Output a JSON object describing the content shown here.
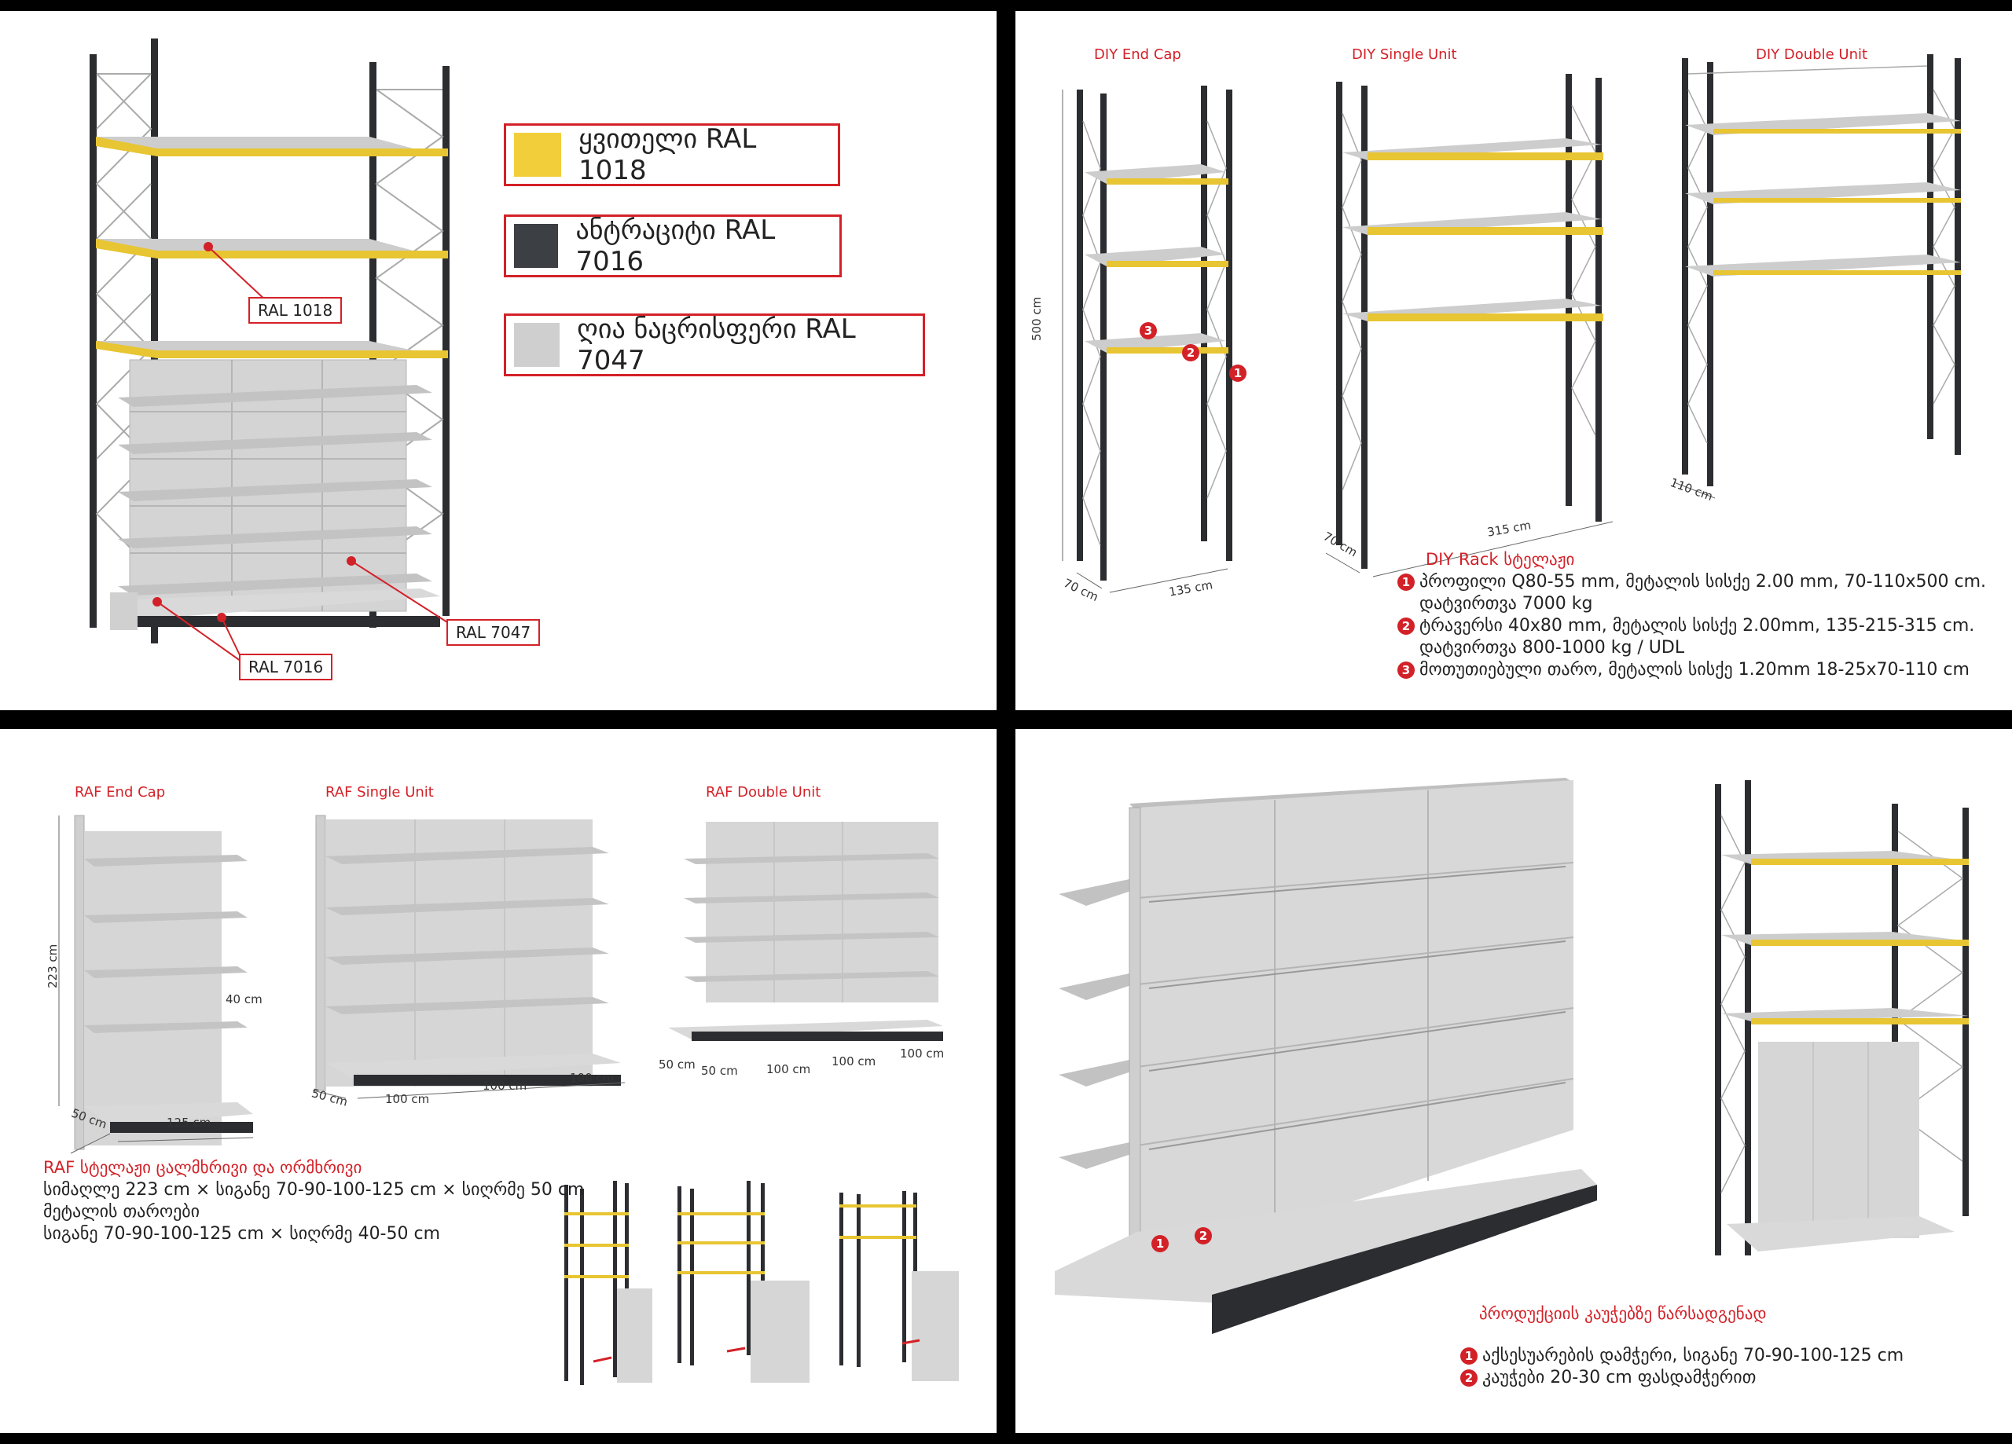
{
  "panel1": {
    "swatches": [
      {
        "label": "ყვითელი RAL 1018",
        "color": "#f2cf3a",
        "icon": "color-swatch-yellow"
      },
      {
        "label": "ანტრაციტი RAL 7016",
        "color": "#3c3f44",
        "icon": "color-swatch-anthracite"
      },
      {
        "label": "ღია ნაცრისფერი RAL 7047",
        "color": "#cfcfcf",
        "icon": "color-swatch-lightgrey"
      }
    ],
    "tags": {
      "tag_1018": "RAL 1018",
      "tag_7047": "RAL 7047",
      "tag_7016": "RAL 7016"
    }
  },
  "panel2": {
    "titles": {
      "end_cap": "DIY End Cap",
      "single": "DIY Single Unit",
      "double": "DIY Double Unit"
    },
    "dims": {
      "height": "500 cm",
      "depth_a": "70 cm",
      "width_a": "135 cm",
      "depth_b": "70 cm",
      "width_b": "315 cm",
      "depth_c": "110 cm"
    },
    "heading": "DIY Rack სტელაჟი",
    "specs": [
      {
        "n": "1",
        "lines": [
          "პროფილი Q80-55 mm, მეტალის სისქე 2.00 mm, 70-110x500 cm.",
          "დატვირთვა 7000 kg"
        ]
      },
      {
        "n": "2",
        "lines": [
          "ტრავერსი 40x80 mm, მეტალის სისქე 2.00mm, 135-215-315 cm.",
          "დატვირთვა 800-1000 kg / UDL"
        ]
      },
      {
        "n": "3",
        "lines": [
          "მოთუთიებული თარო, მეტალის სისქე 1.20mm 18-25x70-110 cm"
        ]
      }
    ],
    "markers": [
      "1",
      "2",
      "3"
    ]
  },
  "panel3": {
    "titles": {
      "end_cap": "RAF End Cap",
      "single": "RAF Single Unit",
      "double": "RAF Double Unit"
    },
    "dims": {
      "h": "223 cm",
      "shelf": "40 cm",
      "d1": "50 cm",
      "w1": "125 cm",
      "d2": "50 cm",
      "w2a": "100 cm",
      "w2b": "100 cm",
      "w2c": "100 cm",
      "d3a": "50 cm",
      "d3b": "50 cm",
      "w3a": "100 cm",
      "w3b": "100 cm",
      "w3c": "100 cm"
    },
    "heading": "RAF სტელაჟი ცალმხრივი და ორმხრივი",
    "lines": [
      "სიმაღლე 223 cm × სიგანე 70-90-100-125 cm × სიღრმე 50 cm",
      "მეტალის თაროები",
      "სიგანე 70-90-100-125 cm × სიღრმე 40-50 cm"
    ]
  },
  "panel4": {
    "heading": "პროდუქციის კაუჭებზე წარსადგენად",
    "specs": [
      {
        "n": "1",
        "text": "აქსესუარების დამჭერი, სიგანე 70-90-100-125 cm"
      },
      {
        "n": "2",
        "text": "კაუჭები 20-30 cm ფასდამჭერით"
      }
    ],
    "markers": [
      "1",
      "2"
    ]
  }
}
